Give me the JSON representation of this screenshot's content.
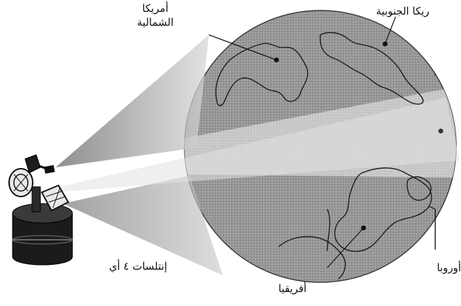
{
  "labels": {
    "north_america_line1": "أمريكا",
    "north_america_line2": "الشمالية",
    "south_america": "ريكا الجنوبية",
    "satellite": "إنتلسات ٤ أي",
    "africa": "أفريقيا",
    "europe": "أوروبا"
  },
  "colors": {
    "globe_fill": "#8f8f8f",
    "beam_fill": "#c9c9c9",
    "outline": "#1a1a1a"
  }
}
